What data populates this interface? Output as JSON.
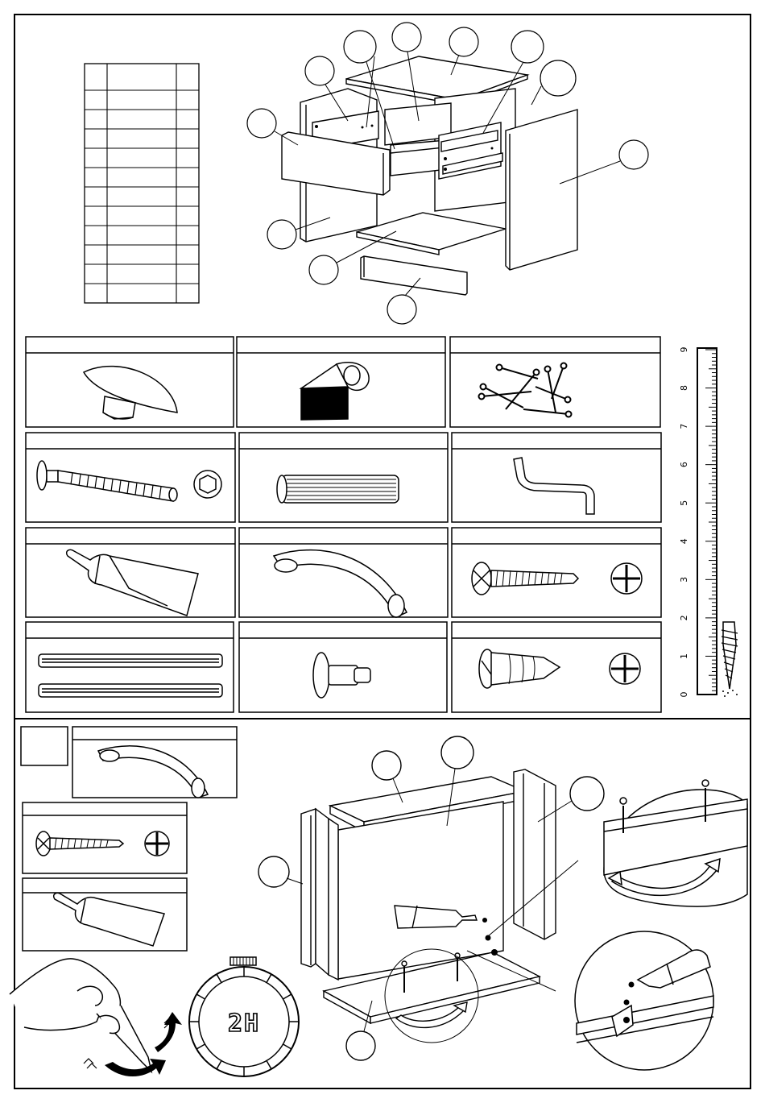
{
  "ruler": {
    "marks": [
      "0",
      "1",
      "2",
      "3",
      "4",
      "5",
      "6",
      "7",
      "8",
      "9"
    ]
  },
  "drying_timer": {
    "label": "2H"
  },
  "parts_table": {
    "rows": 12
  },
  "hardware_grid": {
    "items": [
      {
        "icon": "hole-cover-cap-icon"
      },
      {
        "icon": "corner-bracket-icon"
      },
      {
        "icon": "nails-icon"
      },
      {
        "icon": "cam-bolt-icon"
      },
      {
        "icon": "wooden-dowel-icon"
      },
      {
        "icon": "allen-key-icon"
      },
      {
        "icon": "glue-tube-icon"
      },
      {
        "icon": "drawer-handle-icon"
      },
      {
        "icon": "pan-head-screw-icon"
      },
      {
        "icon": "drawer-runner-icon"
      },
      {
        "icon": "cabinet-knob-icon"
      },
      {
        "icon": "countersunk-screw-icon"
      }
    ]
  },
  "step_parts": [
    {
      "icon": "drawer-handle-icon"
    },
    {
      "icon": "pan-head-screw-icon"
    },
    {
      "icon": "glue-tube-icon"
    }
  ]
}
